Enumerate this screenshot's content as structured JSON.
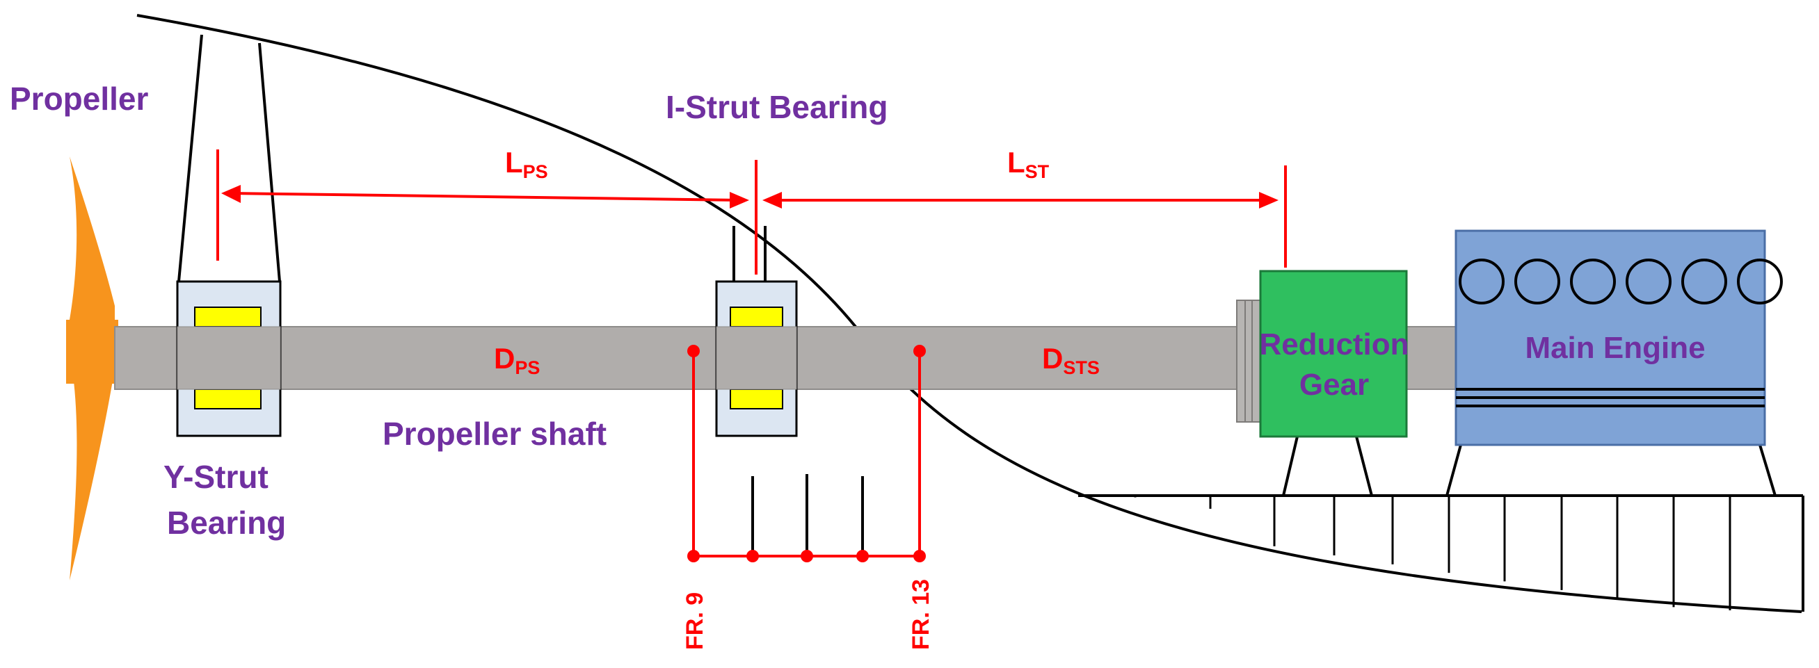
{
  "labels": {
    "propeller": "Propeller",
    "i_strut_bearing": "I-Strut Bearing",
    "y_strut_line1": "Y-Strut",
    "y_strut_line2": "Bearing",
    "propeller_shaft": "Propeller shaft",
    "reduction_gear_line1": "Reduction",
    "reduction_gear_line2": "Gear",
    "main_engine": "Main Engine"
  },
  "dimensions": {
    "l_ps": {
      "main": "L",
      "sub": "PS"
    },
    "l_st": {
      "main": "L",
      "sub": "ST"
    },
    "d_ps": {
      "main": "D",
      "sub": "PS"
    },
    "d_sts": {
      "main": "D",
      "sub": "STS"
    }
  },
  "frames": {
    "fr9": "FR. 9",
    "fr13": "FR. 13"
  },
  "colors": {
    "propeller": "#f7941d",
    "shaft": "#b0adab",
    "bearing_housing": "#dce6f2",
    "bearing_pad": "#ffff00",
    "reduction_gear": "#2fbf5f",
    "main_engine": "#7fa3d6",
    "dimension": "#ff0000",
    "label": "#7030a0"
  },
  "engine": {
    "cylinder_count": 6
  }
}
